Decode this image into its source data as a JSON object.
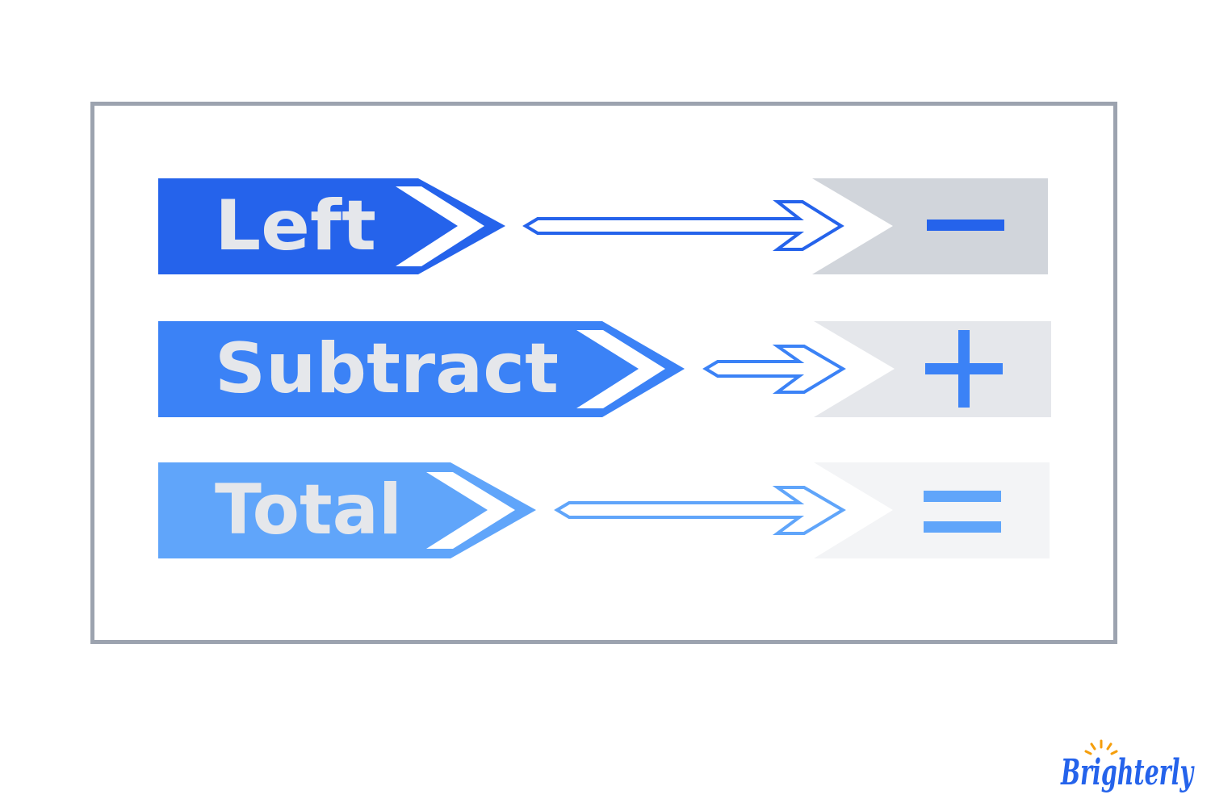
{
  "rows": [
    {
      "label": "Left",
      "symbol": "minus-icon",
      "color": "#2563eb",
      "panel_color": "#d1d5db"
    },
    {
      "label": "Subtract",
      "symbol": "plus-icon",
      "color": "#3b82f6",
      "panel_color": "#e5e7eb"
    },
    {
      "label": "Total",
      "symbol": "equals-icon",
      "color": "#60a5fa",
      "panel_color": "#f3f4f6"
    }
  ],
  "brand": {
    "name": "Brighterly",
    "color": "#2563eb",
    "sun_color": "#f59e0b"
  },
  "frame_color": "#9ca3af",
  "label_text_color": "#e5e7eb"
}
